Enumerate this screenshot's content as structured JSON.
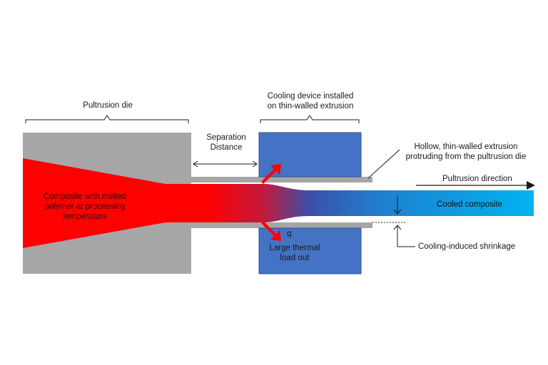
{
  "labels": {
    "pultrusion_die": "Pultrusion die",
    "cooling_device": "Cooling device installed\non thin-walled extrusion",
    "separation_distance": "Separation\nDistance",
    "hollow_extrusion": "Hollow, thin-walled extrusion\nprotruding from the pultrusion die",
    "pultrusion_direction": "Pultrusion direction",
    "composite_melted": "Composite with melted\npolymer at processing\ntemperature",
    "cooled_composite": "Cooled composite",
    "q_symbol": "q",
    "large_thermal_load": "Large thermal\nload out",
    "cooling_shrinkage": "Cooling-induced shrinkage"
  },
  "colors": {
    "die": "#a6a6a6",
    "cooler": "#4472c4",
    "hot": "#ff0000",
    "cold": "#00b0f0",
    "arrow_heat": "#ff0000",
    "line": "#1a1a1a"
  }
}
